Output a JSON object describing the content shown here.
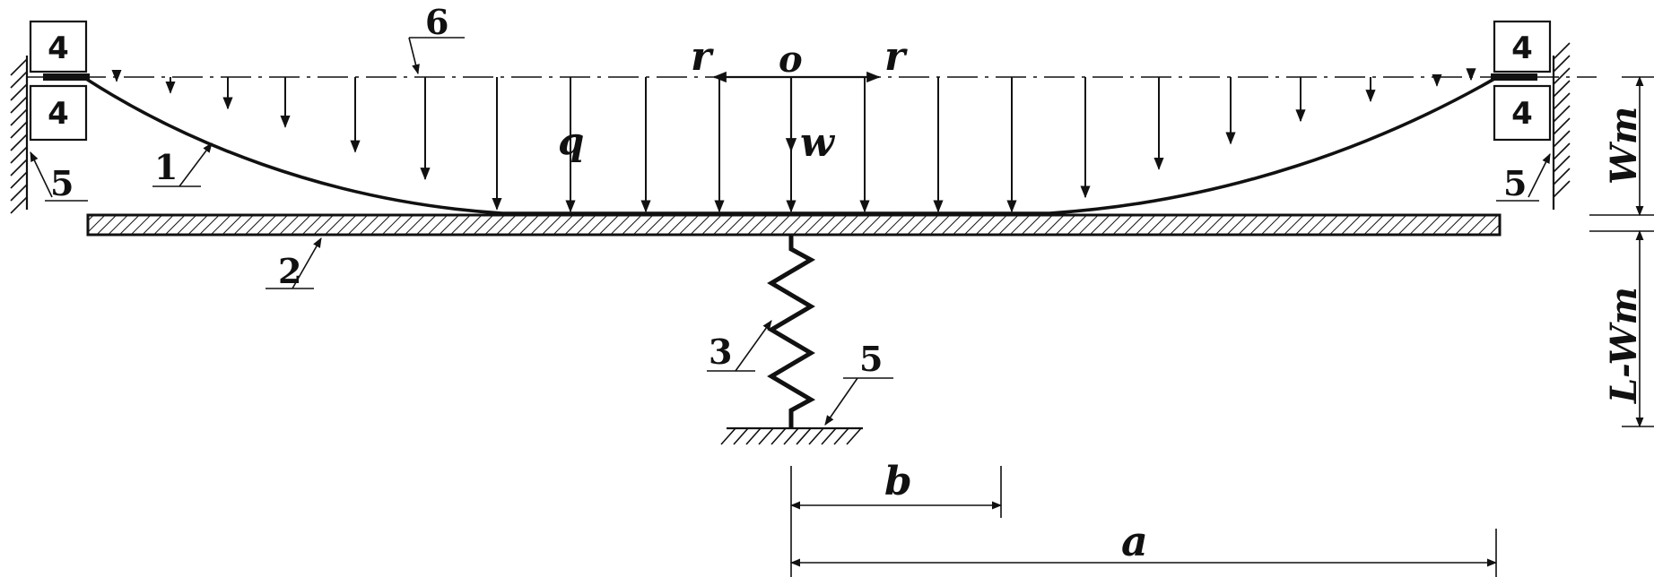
{
  "labels": {
    "membrane": "1",
    "plate": "2",
    "spring": "3",
    "clamp": "4",
    "support": "5",
    "midplane": "6",
    "radial": "r",
    "origin": "o",
    "load": "q",
    "deflection": "w",
    "inner_radius": "b",
    "outer_radius": "a",
    "max_deflection": "Wm",
    "gap": "L-Wm"
  }
}
